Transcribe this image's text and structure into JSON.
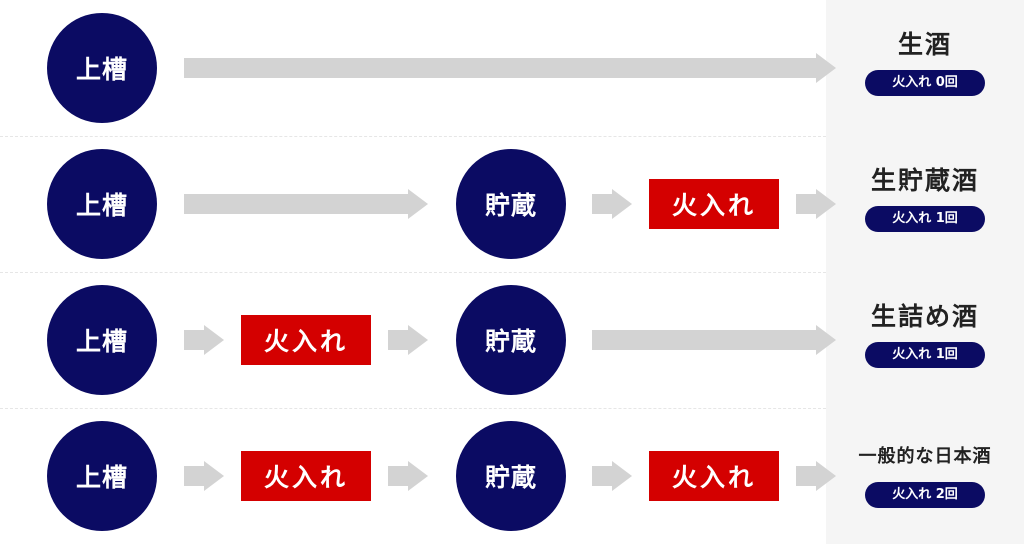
{
  "labels": {
    "joso": "上槽",
    "chozo": "貯蔵",
    "hiire": "火入れ"
  },
  "results": [
    {
      "name": "生酒",
      "badge": "火入れ 0回"
    },
    {
      "name": "生貯蔵酒",
      "badge": "火入れ 1回"
    },
    {
      "name": "生詰め酒",
      "badge": "火入れ 1回"
    },
    {
      "name": "一般的な日本酒",
      "badge": "火入れ 2回"
    }
  ],
  "colors": {
    "navy": "#0b0b63",
    "red": "#d40000",
    "arrow": "#d3d3d3",
    "result_bg": "#f5f5f5"
  }
}
